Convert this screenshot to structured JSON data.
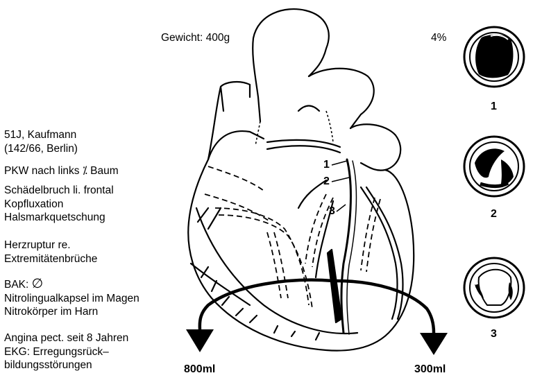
{
  "header": {
    "weight": "Gewicht: 400g",
    "percent": "4%"
  },
  "case_notes": [
    {
      "id": "identity",
      "lines": [
        "51J, Kaufmann",
        "(142/66, Berlin)"
      ]
    },
    {
      "id": "accident",
      "lines": [
        "PKW nach links ⁒ Baum"
      ]
    },
    {
      "id": "injuries",
      "lines": [
        "Schädelbruch li. frontal",
        "Kopfluxation",
        "Halsmarkquetschung"
      ]
    },
    {
      "id": "heart",
      "lines": [
        "Herzruptur re.",
        "Extremitätenbrüche"
      ]
    },
    {
      "id": "tox",
      "lines": [
        "BAK:",
        "Nitrolingualkapsel im Magen",
        "Nitrokörper im Harn"
      ]
    },
    {
      "id": "history",
      "lines": [
        "Angina pect. seit 8 Jahren",
        "EKG: Erregungsrück–",
        "bildungsstörungen"
      ]
    }
  ],
  "bak_symbol": "∅",
  "vessel_labels": [
    "1",
    "2",
    "3"
  ],
  "cross_sections": [
    {
      "label": "1"
    },
    {
      "label": "2"
    },
    {
      "label": "3"
    }
  ],
  "volumes": {
    "left": "800ml",
    "right": "300ml"
  }
}
